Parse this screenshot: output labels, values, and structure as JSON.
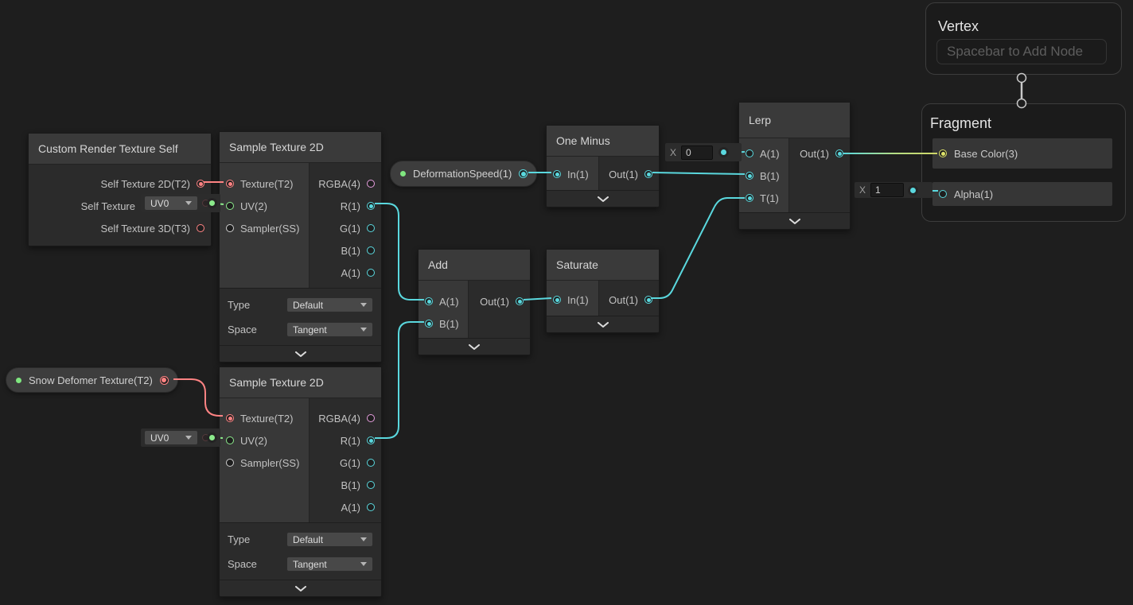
{
  "colors": {
    "float": "#5ad8de",
    "vec2": "#8bea8b",
    "vec3": "#dfe56a",
    "vec4": "#e79fdf",
    "texture": "#ff8383",
    "sampler": "#cfcfcf"
  },
  "uv_default": "UV0",
  "properties": [
    {
      "label": "DeformationSpeed(1)"
    },
    {
      "label": "Snow Defomer Texture(T2)"
    }
  ],
  "nodes": {
    "custom_render": {
      "title": "Custom Render Texture Self",
      "outputs": [
        "Self Texture 2D(T2)",
        "Self Texture",
        "Self Texture 3D(T3)"
      ]
    },
    "sample1": {
      "title": "Sample Texture 2D",
      "inputs": [
        "Texture(T2)",
        "UV(2)",
        "Sampler(SS)"
      ],
      "outputs": [
        "RGBA(4)",
        "R(1)",
        "G(1)",
        "B(1)",
        "A(1)"
      ],
      "options": [
        {
          "label": "Type",
          "value": "Default"
        },
        {
          "label": "Space",
          "value": "Tangent"
        }
      ]
    },
    "sample2": {
      "title": "Sample Texture 2D",
      "inputs": [
        "Texture(T2)",
        "UV(2)",
        "Sampler(SS)"
      ],
      "outputs": [
        "RGBA(4)",
        "R(1)",
        "G(1)",
        "B(1)",
        "A(1)"
      ],
      "options": [
        {
          "label": "Type",
          "value": "Default"
        },
        {
          "label": "Space",
          "value": "Tangent"
        }
      ]
    },
    "one_minus": {
      "title": "One Minus",
      "inputs": [
        "In(1)"
      ],
      "outputs": [
        "Out(1)"
      ]
    },
    "add": {
      "title": "Add",
      "inputs": [
        "A(1)",
        "B(1)"
      ],
      "outputs": [
        "Out(1)"
      ]
    },
    "saturate": {
      "title": "Saturate",
      "inputs": [
        "In(1)"
      ],
      "outputs": [
        "Out(1)"
      ]
    },
    "lerp": {
      "title": "Lerp",
      "inputs": [
        "A(1)",
        "B(1)",
        "T(1)"
      ],
      "outputs": [
        "Out(1)"
      ],
      "inline_a": {
        "label": "X",
        "value": "0"
      }
    },
    "vertex": {
      "title": "Vertex",
      "placeholder": "Spacebar to Add Node"
    },
    "fragment": {
      "title": "Fragment",
      "slots": [
        "Base Color(3)",
        "Alpha(1)"
      ],
      "inline_alpha": {
        "label": "X",
        "value": "1"
      }
    }
  }
}
